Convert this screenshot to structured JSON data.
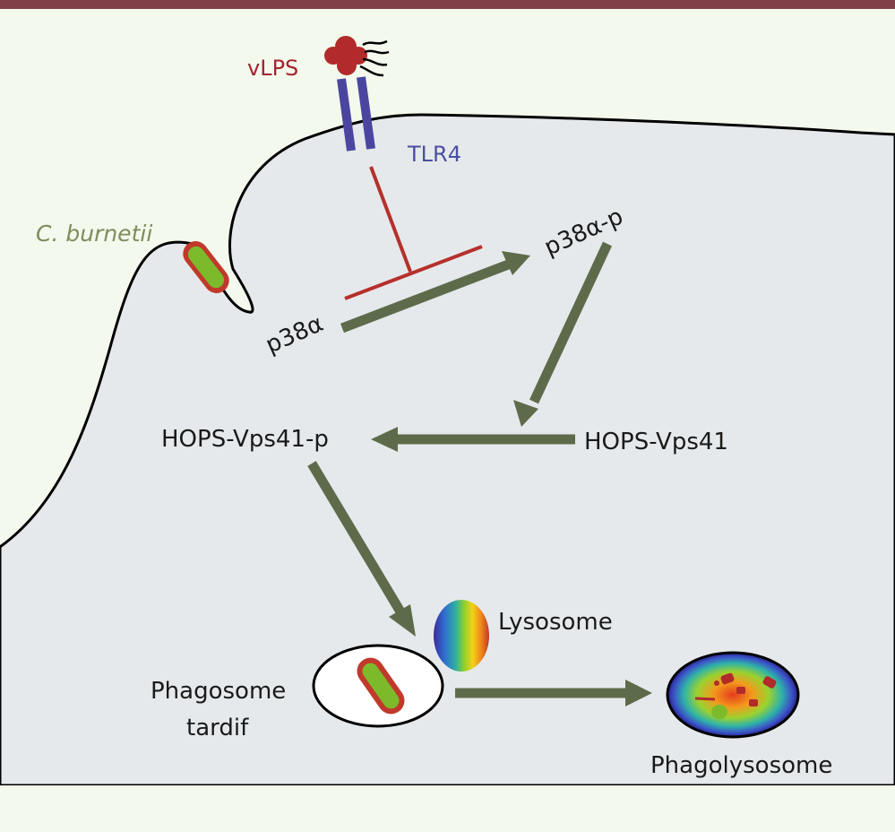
{
  "labels": {
    "vlps": "vLPS",
    "tlr4": "TLR4",
    "bacterium": "C. burnetii",
    "p38a": "p38α",
    "p38a_p": "p38α-p",
    "hops_vps41_p": "HOPS-Vps41-p",
    "hops_vps41": "HOPS-Vps41",
    "lysosome": "Lysosome",
    "phagosome_line1": "Phagosome",
    "phagosome_line2": "tardif",
    "phagolysosome": "Phagolysosome"
  },
  "colors": {
    "frame_bar": "#7f4048",
    "background": "#f3f9ec",
    "cell": "#e6e9eb",
    "arrow": "#5d6b4b",
    "inhibition": "#b5302c",
    "receptor": "#4a46a0",
    "lps": "#b22a2a",
    "bacterium_body": "#7cba2c",
    "bacterium_outline": "#c0392b"
  },
  "icons": {
    "lps_molecule": "lps-molecule-icon",
    "receptor": "tlr4-receptor-icon",
    "bacterium": "bacterium-icon",
    "lysosome": "lysosome-icon",
    "phagolysosome": "phagolysosome-icon"
  }
}
